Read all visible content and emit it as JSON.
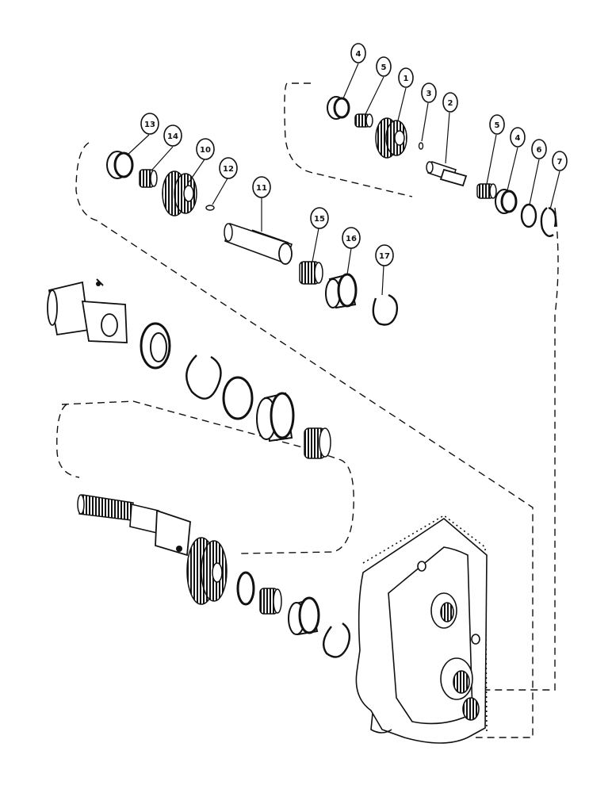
{
  "callouts": [
    {
      "id": "c4a",
      "number": "4"
    },
    {
      "id": "c5a",
      "number": "5"
    },
    {
      "id": "c1",
      "number": "1"
    },
    {
      "id": "c3",
      "number": "3"
    },
    {
      "id": "c2",
      "number": "2"
    },
    {
      "id": "c5b",
      "number": "5"
    },
    {
      "id": "c4b",
      "number": "4"
    },
    {
      "id": "c6",
      "number": "6"
    },
    {
      "id": "c7",
      "number": "7"
    },
    {
      "id": "c13",
      "number": "13"
    },
    {
      "id": "c14",
      "number": "14"
    },
    {
      "id": "c10",
      "number": "10"
    },
    {
      "id": "c12",
      "number": "12"
    },
    {
      "id": "c11",
      "number": "11"
    },
    {
      "id": "c15",
      "number": "15"
    },
    {
      "id": "c16",
      "number": "16"
    },
    {
      "id": "c17",
      "number": "17"
    }
  ],
  "colors": {
    "ink": "#111111",
    "background": "#ffffff"
  }
}
